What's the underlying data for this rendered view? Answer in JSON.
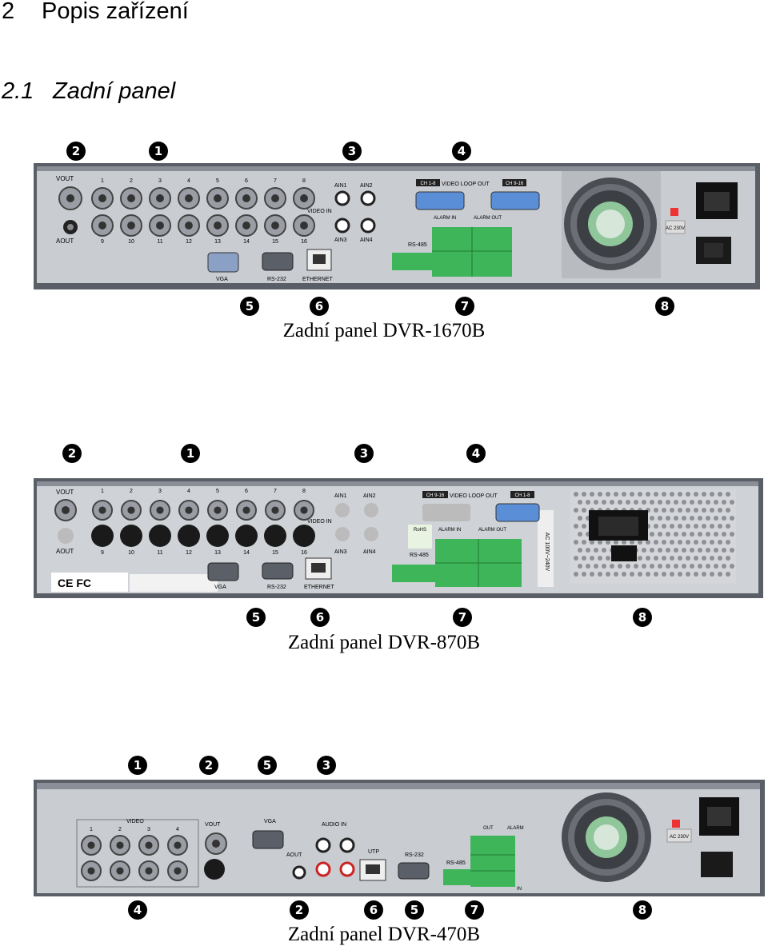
{
  "heading1": {
    "number": "2",
    "text": "Popis zařízení"
  },
  "heading2": {
    "number": "2.1",
    "text": "Zadní panel"
  },
  "panels": [
    {
      "caption": "Zadní panel DVR-1670B",
      "top_markers": [
        "2",
        "1",
        "3",
        "4"
      ],
      "bottom_markers": [
        "5",
        "6",
        "7",
        "8"
      ],
      "labels": {
        "vout": "VOUT",
        "aout": "AOUT",
        "ch_top": [
          "1",
          "2",
          "3",
          "4",
          "5",
          "6",
          "7",
          "8"
        ],
        "ch_bottom": [
          "9",
          "10",
          "11",
          "12",
          "13",
          "14",
          "15",
          "16"
        ],
        "video_in": "VIDEO IN",
        "ain1": "AIN1",
        "ain2": "AIN2",
        "ain3": "AIN3",
        "ain4": "AIN4",
        "ch_a": "CH 1-8",
        "video_loop_out": "VIDEO LOOP OUT",
        "ch_b": "CH 9-16",
        "alarm_in": "ALARM IN",
        "alarm_out": "ALARM OUT",
        "rs485": "RS-485",
        "vga": "VGA",
        "rs232": "RS-232",
        "ethernet": "ETHERNET",
        "ac": "AC 230V"
      }
    },
    {
      "caption": "Zadní panel DVR-870B",
      "top_markers": [
        "2",
        "1",
        "3",
        "4"
      ],
      "bottom_markers": [
        "5",
        "6",
        "7",
        "8"
      ],
      "labels": {
        "vout": "VOUT",
        "aout": "AOUT",
        "ch_top": [
          "1",
          "2",
          "3",
          "4",
          "5",
          "6",
          "7",
          "8"
        ],
        "ch_bottom": [
          "9",
          "10",
          "11",
          "12",
          "13",
          "14",
          "15",
          "16"
        ],
        "video_in": "VIDEO IN",
        "ain1": "AIN1",
        "ain2": "AIN2",
        "ain3": "AIN3",
        "ain4": "AIN4",
        "ch_a": "CH 9-16",
        "video_loop_out": "VIDEO LOOP OUT",
        "ch_b": "CH 1-8",
        "alarm_in": "ALARM IN",
        "alarm_out": "ALARM OUT",
        "rs485": "RS-485",
        "vga": "VGA",
        "rs232": "RS-232",
        "ethernet": "ETHERNET",
        "ac": "AC 100V~240V",
        "ce": "CE FC",
        "rohs": "RoHS"
      }
    },
    {
      "caption": "Zadní panel DVR-470B",
      "top_markers": [
        "1",
        "2",
        "5",
        "3"
      ],
      "bottom_markers": [
        "4",
        "2",
        "6",
        "5",
        "7",
        "8"
      ],
      "labels": {
        "video": "VIDEO",
        "vout": "VOUT",
        "vga": "VGA",
        "audio_in": "AUDIO IN",
        "aout": "AOUT",
        "utp": "UTP",
        "rs232": "RS-232",
        "rs485": "RS-485",
        "out": "OUT",
        "alarm": "ALARM",
        "in": "IN",
        "ac": "AC 230V",
        "ch": [
          "1",
          "2",
          "3",
          "4"
        ]
      }
    }
  ]
}
